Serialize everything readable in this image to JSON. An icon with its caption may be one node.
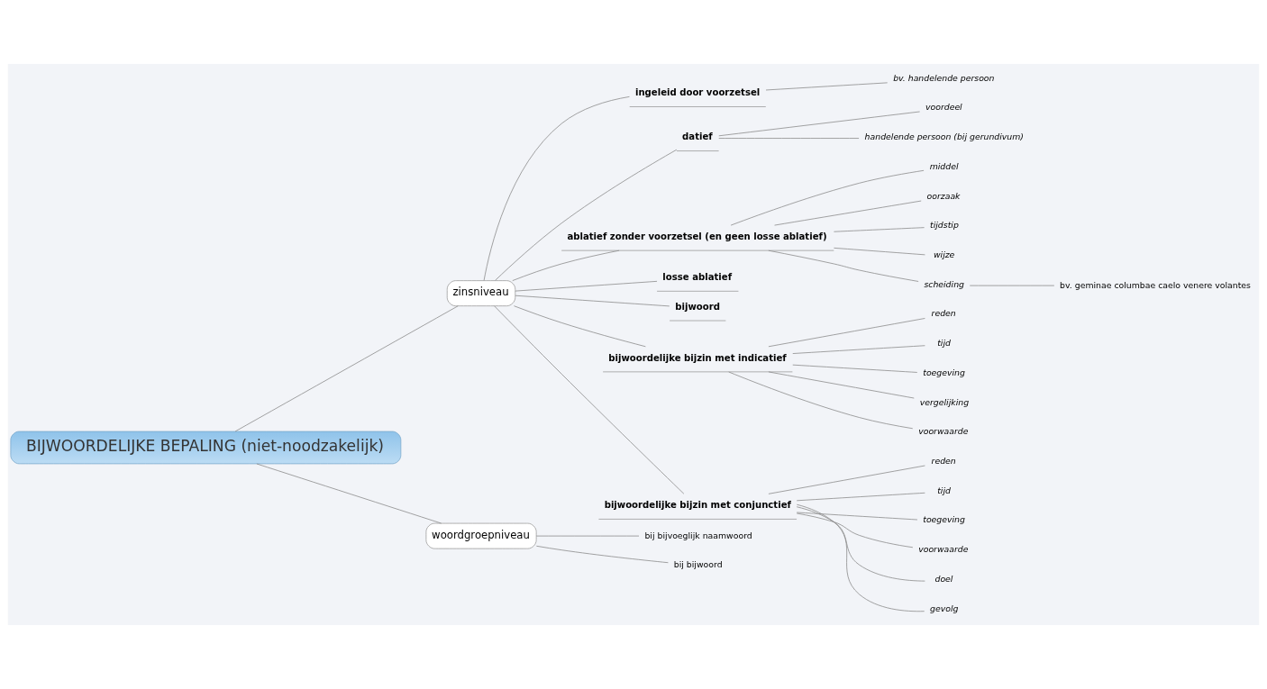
{
  "diagram": {
    "nodes": [
      {
        "text": [
          "BIJWOORDELIJKE BEPALING (niet-noodzakelijk)"
        ]
      },
      {
        "text": [
          "zinsniveau"
        ]
      },
      {
        "text": [
          "ingeleid door voorzetsel"
        ]
      },
      {
        "text": [
          "bv. handelende persoon"
        ]
      },
      {
        "text": [
          "datief"
        ]
      },
      {
        "text": [
          "voordeel"
        ]
      },
      {
        "text": [
          "handelende persoon (bij gerundivum)"
        ]
      },
      {
        "text": [
          "ablatief zonder voorzetsel (en geen losse ablatief)"
        ]
      },
      {
        "text": [
          "middel"
        ]
      },
      {
        "text": [
          "oorzaak"
        ]
      },
      {
        "text": [
          "tijdstip"
        ]
      },
      {
        "text": [
          "wijze"
        ]
      },
      {
        "text": [
          "scheiding"
        ]
      },
      {
        "text": [
          "bv. geminae columbae caelo venere volantes"
        ]
      },
      {
        "text": [
          "losse ablatief"
        ]
      },
      {
        "text": [
          "bijwoord"
        ]
      },
      {
        "text": [
          "bijwoordelijke bijzin met indicatief"
        ]
      },
      {
        "text": [
          "reden"
        ]
      },
      {
        "text": [
          "tijd"
        ]
      },
      {
        "text": [
          "toegeving"
        ]
      },
      {
        "text": [
          "vergelijking"
        ]
      },
      {
        "text": [
          "voorwaarde"
        ]
      },
      {
        "text": [
          "bijwoordelijke bijzin met conjunctief"
        ]
      },
      {
        "text": [
          "reden"
        ]
      },
      {
        "text": [
          "tijd"
        ]
      },
      {
        "text": [
          "toegeving"
        ]
      },
      {
        "text": [
          "voorwaarde"
        ]
      },
      {
        "text": [
          "doel"
        ]
      },
      {
        "text": [
          "gevolg"
        ]
      },
      {
        "text": [
          "woordgroepniveau"
        ]
      },
      {
        "text": [
          "bij bijvoeglijk naamwoord"
        ]
      },
      {
        "text": [
          "bij bijwoord"
        ]
      }
    ],
    "edges": [
      {
        "from": 0,
        "to": 1,
        "arrow": "none"
      },
      {
        "from": 1,
        "to": 2,
        "arrow": "none"
      },
      {
        "from": 2,
        "to": 3,
        "arrow": "none"
      },
      {
        "from": 1,
        "to": 4,
        "arrow": "none"
      },
      {
        "from": 4,
        "to": 5,
        "arrow": "none"
      },
      {
        "from": 4,
        "to": 6,
        "arrow": "none"
      },
      {
        "from": 1,
        "to": 7,
        "arrow": "none"
      },
      {
        "from": 7,
        "to": 8,
        "arrow": "none"
      },
      {
        "from": 7,
        "to": 9,
        "arrow": "none"
      },
      {
        "from": 7,
        "to": 10,
        "arrow": "none"
      },
      {
        "from": 7,
        "to": 11,
        "arrow": "none"
      },
      {
        "from": 7,
        "to": 12,
        "arrow": "none"
      },
      {
        "from": 12,
        "to": 13,
        "arrow": "none"
      },
      {
        "from": 1,
        "to": 14,
        "arrow": "none"
      },
      {
        "from": 1,
        "to": 15,
        "arrow": "none"
      },
      {
        "from": 1,
        "to": 16,
        "arrow": "none"
      },
      {
        "from": 16,
        "to": 17,
        "arrow": "none"
      },
      {
        "from": 16,
        "to": 18,
        "arrow": "none"
      },
      {
        "from": 16,
        "to": 19,
        "arrow": "none"
      },
      {
        "from": 16,
        "to": 20,
        "arrow": "none"
      },
      {
        "from": 16,
        "to": 21,
        "arrow": "none"
      },
      {
        "from": 1,
        "to": 22,
        "arrow": "none"
      },
      {
        "from": 22,
        "to": 23,
        "arrow": "none"
      },
      {
        "from": 22,
        "to": 24,
        "arrow": "none"
      },
      {
        "from": 22,
        "to": 25,
        "arrow": "none"
      },
      {
        "from": 22,
        "to": 26,
        "arrow": "none"
      },
      {
        "from": 22,
        "to": 27,
        "arrow": "none"
      },
      {
        "from": 22,
        "to": 28,
        "arrow": "none"
      },
      {
        "from": 0,
        "to": 29,
        "arrow": "none"
      },
      {
        "from": 29,
        "to": 30,
        "arrow": "none"
      },
      {
        "from": 29,
        "to": 31,
        "arrow": "none"
      }
    ]
  }
}
